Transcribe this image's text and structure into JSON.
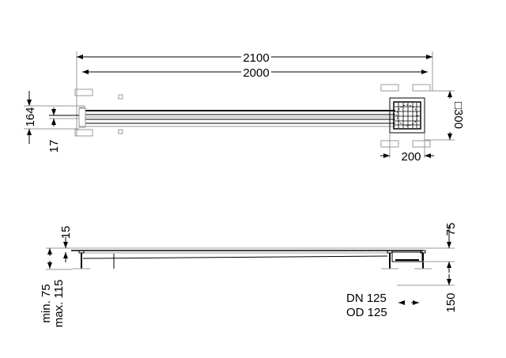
{
  "top_view": {
    "overall_length": "2100",
    "channel_length": "2000",
    "height": "164",
    "offset": "17",
    "box_size": "□300",
    "box_width": "200"
  },
  "side_view": {
    "top_thickness": "15",
    "top_height": "75",
    "outlet_height": "150",
    "min_height": "min. 75",
    "max_height": "max. 115",
    "dn": "DN 125",
    "od": "OD 125"
  }
}
